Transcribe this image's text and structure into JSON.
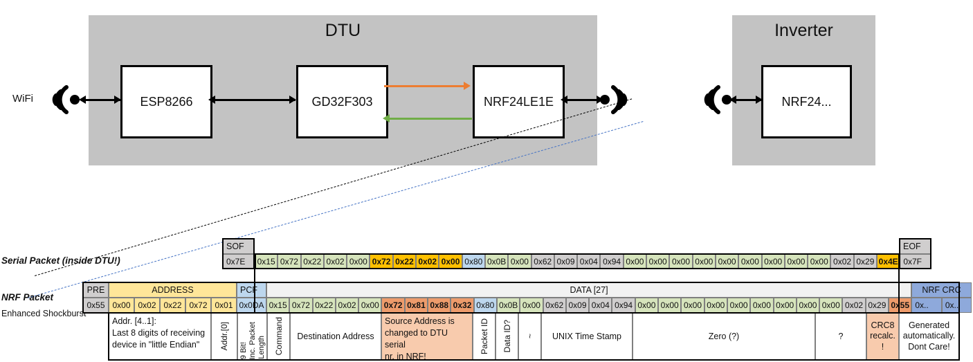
{
  "diagram": {
    "dtu": {
      "title": "DTU",
      "chips": [
        {
          "label": "ESP8266"
        },
        {
          "label": "GD32F303"
        },
        {
          "label": "NRF24LE1E"
        }
      ]
    },
    "inverter": {
      "title": "Inverter",
      "chips": [
        {
          "label": "NRF24..."
        }
      ]
    },
    "wifi_label": "WiFi",
    "icons": {
      "wifi_left": "wifi-signal-icon",
      "radio_dtu": "radio-antenna-icon",
      "radio_inverter": "radio-antenna-icon"
    },
    "arrows": {
      "esp_to_gd": "bidirectional-arrow",
      "gd_to_nrf_orange": "orange-arrow-right",
      "nrf_to_gd_green": "green-arrow-left"
    },
    "colors": {
      "container": "#c3c3c3",
      "orange": "#ED7D31",
      "green": "#70AD47",
      "callout_black": "#000000",
      "callout_blue": "#4472C4"
    }
  },
  "serial_packet": {
    "title": "Serial Packet (inside DTU!)",
    "sof_header": "SOF",
    "sof_value": "0x7E",
    "eof_header": "EOF",
    "eof_value": "0x7F",
    "bytes": [
      {
        "v": "0x15",
        "c": "c-green"
      },
      {
        "v": "0x72",
        "c": "c-green"
      },
      {
        "v": "0x22",
        "c": "c-green"
      },
      {
        "v": "0x02",
        "c": "c-green"
      },
      {
        "v": "0x00",
        "c": "c-green"
      },
      {
        "v": "0x72",
        "c": "c-yellow"
      },
      {
        "v": "0x22",
        "c": "c-yellow"
      },
      {
        "v": "0x02",
        "c": "c-yellow"
      },
      {
        "v": "0x00",
        "c": "c-yellow"
      },
      {
        "v": "0x80",
        "c": "c-blue"
      },
      {
        "v": "0x0B",
        "c": "c-green"
      },
      {
        "v": "0x00",
        "c": "c-green"
      },
      {
        "v": "0x62",
        "c": "c-gray"
      },
      {
        "v": "0x09",
        "c": "c-gray"
      },
      {
        "v": "0x04",
        "c": "c-gray"
      },
      {
        "v": "0x94",
        "c": "c-gray"
      },
      {
        "v": "0x00",
        "c": "c-green"
      },
      {
        "v": "0x00",
        "c": "c-green"
      },
      {
        "v": "0x00",
        "c": "c-green"
      },
      {
        "v": "0x00",
        "c": "c-green"
      },
      {
        "v": "0x00",
        "c": "c-green"
      },
      {
        "v": "0x00",
        "c": "c-green"
      },
      {
        "v": "0x00",
        "c": "c-green"
      },
      {
        "v": "0x00",
        "c": "c-green"
      },
      {
        "v": "0x00",
        "c": "c-green"
      },
      {
        "v": "0x02",
        "c": "c-gray"
      },
      {
        "v": "0x29",
        "c": "c-gray"
      },
      {
        "v": "0x4E",
        "c": "c-yellow"
      }
    ]
  },
  "nrf_packet": {
    "title": "NRF Packet",
    "subtitle": "Enhanced Shockburst",
    "headers": {
      "pre": "PRE",
      "address": "ADDRESS",
      "pcf": "PCF",
      "data": "DATA [27]",
      "crc": "NRF CRC"
    },
    "pre_value": "0x55",
    "address_values": [
      "0x00",
      "0x02",
      "0x22",
      "0x72",
      "0x01"
    ],
    "pcf_value": "0x0DA",
    "bytes": [
      {
        "v": "0x15",
        "c": "c-green"
      },
      {
        "v": "0x72",
        "c": "c-green"
      },
      {
        "v": "0x22",
        "c": "c-green"
      },
      {
        "v": "0x02",
        "c": "c-green"
      },
      {
        "v": "0x00",
        "c": "c-green"
      },
      {
        "v": "0x72",
        "c": "c-orange"
      },
      {
        "v": "0x81",
        "c": "c-orange"
      },
      {
        "v": "0x88",
        "c": "c-orange"
      },
      {
        "v": "0x32",
        "c": "c-orange"
      },
      {
        "v": "0x80",
        "c": "c-blue"
      },
      {
        "v": "0x0B",
        "c": "c-green"
      },
      {
        "v": "0x00",
        "c": "c-green"
      },
      {
        "v": "0x62",
        "c": "c-gray"
      },
      {
        "v": "0x09",
        "c": "c-gray"
      },
      {
        "v": "0x04",
        "c": "c-gray"
      },
      {
        "v": "0x94",
        "c": "c-gray"
      },
      {
        "v": "0x00",
        "c": "c-green"
      },
      {
        "v": "0x00",
        "c": "c-green"
      },
      {
        "v": "0x00",
        "c": "c-green"
      },
      {
        "v": "0x00",
        "c": "c-green"
      },
      {
        "v": "0x00",
        "c": "c-green"
      },
      {
        "v": "0x00",
        "c": "c-green"
      },
      {
        "v": "0x00",
        "c": "c-green"
      },
      {
        "v": "0x00",
        "c": "c-green"
      },
      {
        "v": "0x00",
        "c": "c-green"
      },
      {
        "v": "0x02",
        "c": "c-gray"
      },
      {
        "v": "0x29",
        "c": "c-gray"
      },
      {
        "v": "0x55",
        "c": "c-orange"
      }
    ],
    "crc_values": [
      "0x..",
      "0x.."
    ],
    "descriptions": {
      "address": "Addr. [4..1]:\nLast 8 digits of receiving device in \"little Endian\"",
      "addr0": "Addr.[0]",
      "pcf": "9 Bit!\nInc. Packet Length",
      "pcf_line1": "9 Bit!",
      "pcf_line2": "Inc. Packet",
      "pcf_line3": "Length",
      "command": "Command",
      "destination": "Destination Address",
      "source": "Source Address is changed to DTU serial nr. in NRF!",
      "packet_id": "Packet ID",
      "data_id": "Data ID?",
      "tilde": "~",
      "timestamp": "UNIX Time Stamp",
      "zero": "Zero (?)",
      "question": "?",
      "crc8_line1": "CRC8",
      "crc8_line2": "recalc.",
      "crc8_line3": "!",
      "crc_line1": "Generated",
      "crc_line2": "automatically.",
      "crc_line3": "Dont Care!"
    }
  }
}
